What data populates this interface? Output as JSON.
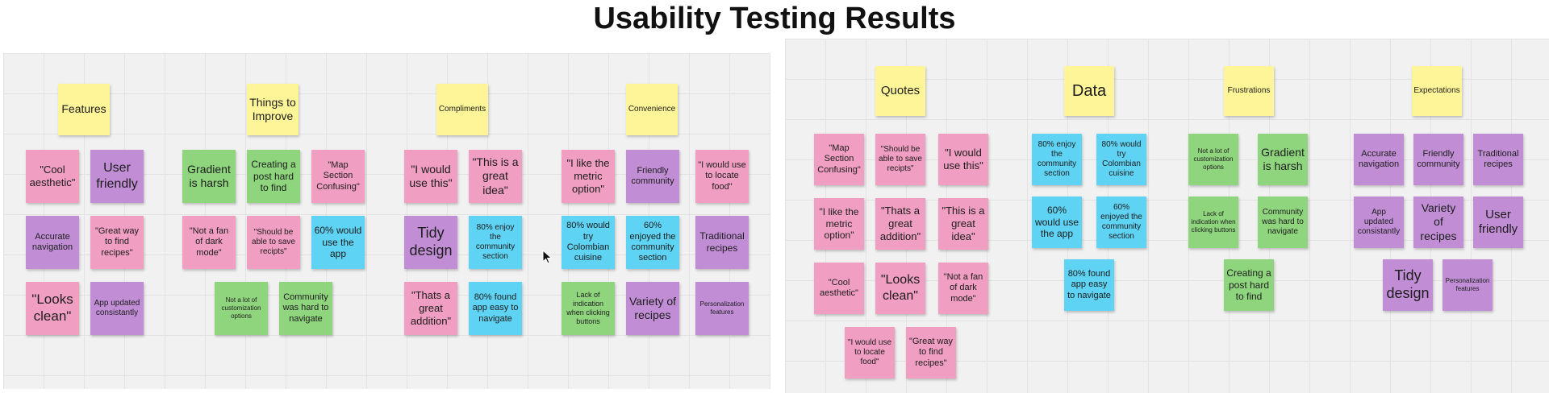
{
  "title": "Usability Testing Results",
  "colors": {
    "yellow": "#fdf598",
    "pink": "#f09ec1",
    "purple": "#c18ed6",
    "blue": "#5fd3f3",
    "green": "#8fd57e"
  },
  "left_board": {
    "headers": {
      "features": "Features",
      "things_to_improve": "Things to Improve",
      "compliments": "Compliments",
      "convenience": "Convenience"
    },
    "notes": {
      "cool_aesthetic": "\"Cool aesthetic\"",
      "user_friendly": "User friendly",
      "accurate_navigation": "Accurate navigation",
      "great_way_recipes": "\"Great way to find recipes\"",
      "looks_clean": "\"Looks clean\"",
      "app_updated": "App updated consistantly",
      "gradient_harsh": "Gradient is harsh",
      "creating_post": "Creating a post hard to find",
      "map_section": "\"Map Section Confusing\"",
      "not_fan_dark": "\"Not a fan of dark mode\"",
      "should_save": "\"Should be able to save recipts\"",
      "would_use_60": "60% would use the app",
      "not_lot_custom": "Not a lot of customization options",
      "community_nav": "Community was hard to navigate",
      "would_use_this": "\"I would use this\"",
      "great_idea": "\"This is a great idea\"",
      "tidy_design": "Tidy design",
      "enjoy_community_80": "80% enjoy the community section",
      "great_addition": "\"Thats a great addition\"",
      "found_easy_80": "80% found app easy to navigate",
      "like_metric": "\"I like the metric option\"",
      "friendly_community": "Friendly community",
      "locate_food": "\"I would use to locate food\"",
      "try_colombian_80": "80% would try Colombian cuisine",
      "enjoyed_community_60": "60% enjoyed the community section",
      "traditional_recipes": "Traditional recipes",
      "lack_indication": "Lack of indication when clicking buttons",
      "variety_recipes": "Variety of recipes",
      "personalization": "Personalization features"
    }
  },
  "right_board": {
    "headers": {
      "quotes": "Quotes",
      "data": "Data",
      "frustrations": "Frustrations",
      "expectations": "Expectations"
    },
    "notes": {
      "map_section": "\"Map Section Confusing\"",
      "should_save": "\"Should be able to save recipts\"",
      "would_use_this": "\"I would use this\"",
      "like_metric": "\"I like the metric option\"",
      "great_addition": "\"Thats a great addition\"",
      "great_idea": "\"This is a great idea\"",
      "cool_aesthetic": "\"Cool aesthetic\"",
      "looks_clean": "\"Looks clean\"",
      "not_fan_dark": "\"Not a fan of dark mode\"",
      "locate_food": "\"I would use to locate food\"",
      "great_way_recipes": "\"Great way to find recipes\"",
      "enjoy_community_80": "80% enjoy the community section",
      "try_colombian_80": "80% would try Colombian cuisine",
      "would_use_60": "60% would use the app",
      "enjoyed_community_60": "60% enjoyed the community section",
      "found_easy_80": "80% found app easy to navigate",
      "not_lot_custom": "Not a lot of customization options",
      "gradient_harsh": "Gradient is harsh",
      "lack_indication": "Lack of indication when clicking buttons",
      "community_nav": "Community was hard to navigate",
      "creating_post": "Creating a post hard to find",
      "accurate_navigation": "Accurate navigation",
      "friendly_community": "Friendly community",
      "traditional_recipes": "Traditional recipes",
      "app_updated": "App updated consistantly",
      "variety_recipes": "Variety of recipes",
      "user_friendly": "User friendly",
      "tidy_design": "Tidy design",
      "personalization": "Personalization features"
    }
  },
  "icons": {
    "cursor": "mouse-pointer-icon"
  }
}
